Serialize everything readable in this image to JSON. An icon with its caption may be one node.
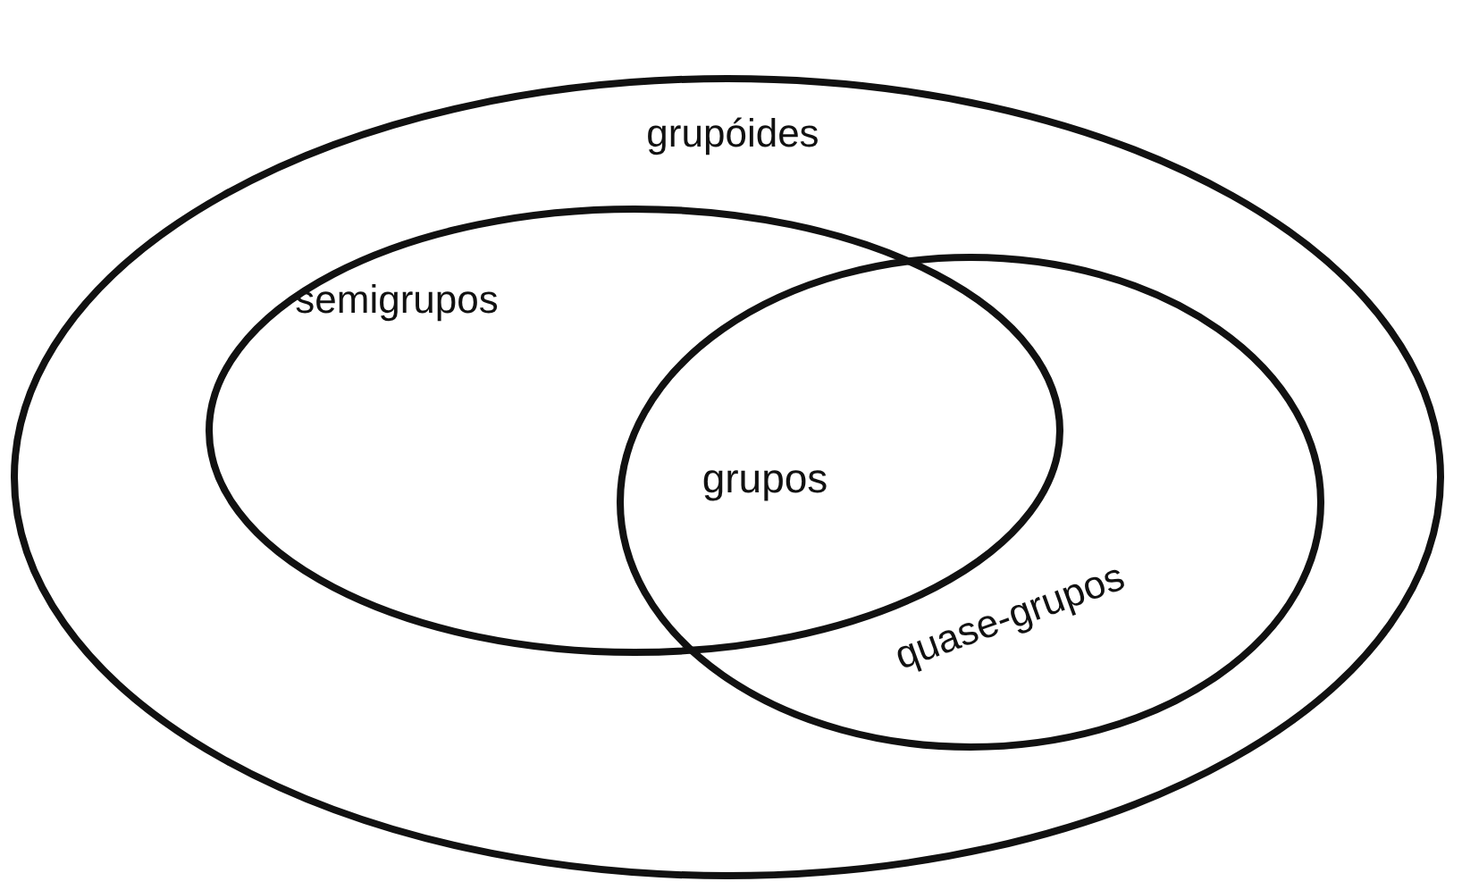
{
  "diagram": {
    "nodes": [
      {
        "text": [
          "grupóides"
        ]
      },
      {
        "text": [
          "semigrupos"
        ],
        "in": 0
      },
      {
        "text": [
          "quase-grupos"
        ],
        "in": 0
      }
    ],
    "labels": [
      "grupos"
    ]
  }
}
